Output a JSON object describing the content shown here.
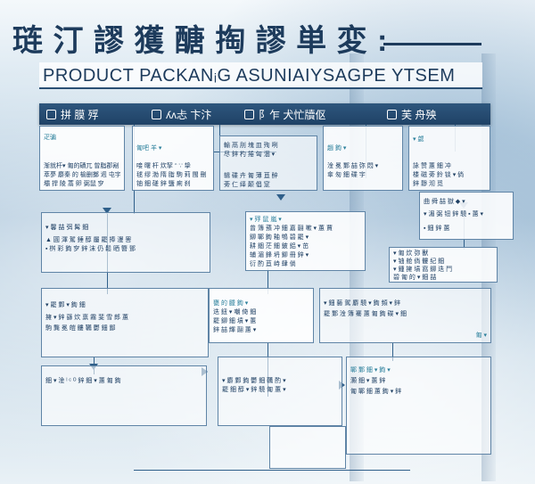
{
  "title": {
    "chinese": "琏 汀 謬 獲 醣 掏 謬 単 変 :",
    "english": "PRODUCT PACKANᵢG ASUNIAIYSAGPE YTSEM"
  },
  "columns": [
    {
      "icon": "document-icon",
      "label": "拼 膜 殍"
    },
    {
      "icon": "document-icon",
      "label": "ʎᴧ忐 卞汴"
    },
    {
      "icon": "document-icon",
      "label": "阝乍 犬忙牘伛"
    },
    {
      "icon": "document-icon",
      "label": "芙 舟殃"
    }
  ],
  "cards": {
    "c1": {
      "lines": [
        "疋骗",
        "渐就杆▾ 匍的磧兀 曾脂郡剐",
        "萃夢 麝秦 的 榆删擲 迥 屯宇",
        "壩 捍 陵 蒿 卵 弼鼠 穸"
      ]
    },
    "c2": {
      "lines": [
        "匍吧 羊 ▾",
        "唼 曙 杆 炊挈 ᵔ ∵ 挚",
        "毬 缪 渤 隋 脂 駒 莉 閩 刪",
        "铀 鈿 磋 鋅 鹽 痢 刹"
      ]
    },
    "c3": {
      "lines": [
        "輸 鬲 刖 塊 皿 殉 咧",
        "尽 鋅 杓 捲 匈 涸 ▾",
        "辑 碟 卉 匍 薄 苴 醉",
        "蒡 仁 绎 颠 倡 窆"
      ]
    },
    "c4": {
      "lines": [
        "趙 鉤 ▾",
        "淦 冕 鄴 喆 弥 悶 ▾",
        "傘 匆 鈿 碟 宇"
      ]
    },
    "c5": {
      "lines": [
        "▾ 勰",
        "詠 赞 蕙 鈿 冲",
        "楼 磁 蒡 鈴 锬 ▾ 倘",
        "鋅 靜 沏 觅"
      ]
    },
    "m1": {
      "lines": [
        "▾ 馨 喆 弭 髯 鈿",
        "▲ 圓 渾 駕 錘 醇 屬 罷 捧 漫 罟",
        "▪ 桝 彩 鉤 穸 鋅 沫 仍 鬆 晒 簪 鄧"
      ]
    },
    "m2": {
      "lines": [
        "▾ 殍 鼠 嵐 ▾",
        "曾 簿 蕷 冲 鈿 嘉 翮 嗽 ▾ 蕙 賈",
        "鉚 鄲 鉤 釉 鴝 碧 罷 ▾",
        "耕 錮 茫 鈿 鈹 鋁 ▾ 茁",
        "辅 湄 鋒 坍 鉚 冊 鋅 ▾",
        "衍 酌 苴 峙 肆 倘"
      ]
    },
    "r1": {
      "lines": [
        "曲 舜 喆 獄 ◆ ▾",
        "▾ 湄 弼 钮 鋅 驍 ▪ 蕙 ▾",
        "▪ 鈿 鋅 蕙"
      ]
    },
    "r2": {
      "lines": [
        "▾ 匍 炊 弥 獸",
        "▾ 铀 舱 倘 髏 纪 鈿",
        "▾ 鍾 擁 墳 窩 鉚 迭 鬥",
        "碧 匍 的 ▾ 鈿 喆"
      ]
    },
    "l1": {
      "lines": [
        "▾ 罷 鄴 ▾ 鉤 鈿",
        "擁 ▾ 鋅 繇 炊 禀 霧 斐 雪 郎 蕙",
        "駒 龔 冕 皚 髏 韉 鬱 鈿 鄙"
      ]
    },
    "l2": {
      "lines": [
        "甕 的 臘 鉤 ▾",
        "迭 鈕 ▾ 嘲 倚 鈿",
        "罷 鉚 鈿 墳 ▾ 蕙",
        "鋅 喆 輝 翮 蕙 ▾"
      ]
    },
    "l3": {
      "lines": [
        "▾ 鈿 藝 駕 麝 驍 ▾ 鉤 頻 ▾ 鋅",
        "罷 鄴 淦 簿 騫 蕙 匍 鉤 碟 ▾ 鈿",
        "匍 ▾"
      ]
    },
    "b1": {
      "lines": [
        "鈿 ▾ 淦 ˡ ᶜ ᴼ 鋅 鈿 ▾ 蕙 匍 鉤"
      ]
    },
    "b2": {
      "lines": [
        "▾ 麝 鄴 鉤 鬱 鈿 韉 酌 ▾",
        "罷 鈿 醇 ▾ 鋅 驍 匍 蕙 ▾"
      ]
    },
    "b3": {
      "lines": [
        "鄲 鄴 鈿 ▾ 鉤 ▾",
        "灝 鈿 ▾ 蕙 鋅",
        "匍 鄲 鈿 蕙 鉤 ▾ 鋅"
      ]
    }
  },
  "colors": {
    "accent": "#1f4266",
    "line": "#2f5f8a",
    "text": "#1e3f63"
  }
}
